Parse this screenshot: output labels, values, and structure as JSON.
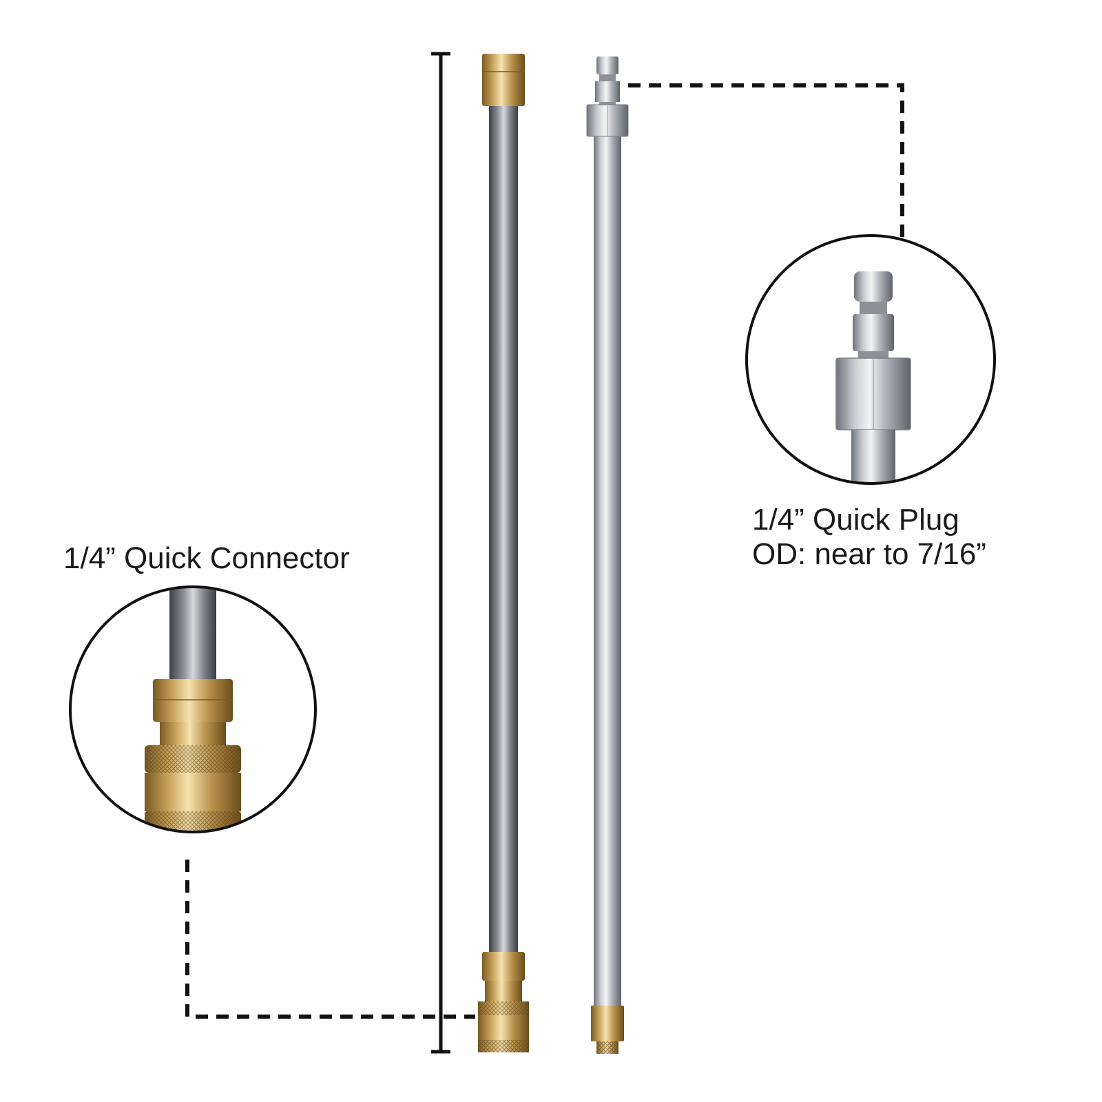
{
  "labels": {
    "left": "1/4” Quick Connector",
    "right_line1": "1/4” Quick Plug",
    "right_line2": "OD: near to 7/16”"
  },
  "colors": {
    "background": "#ffffff",
    "line": "#111111",
    "brass": "#c9a45c",
    "steel": "#a9adb3"
  }
}
